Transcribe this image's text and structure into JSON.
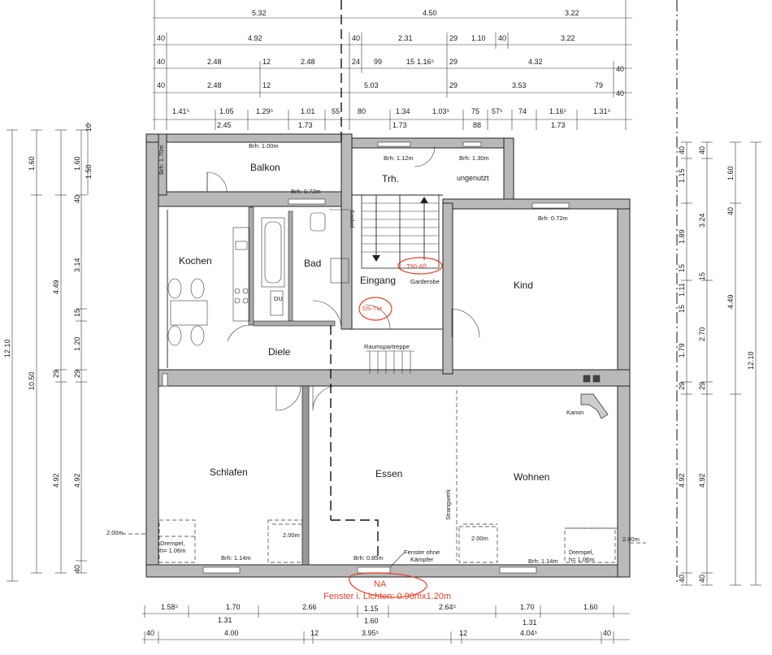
{
  "rooms": {
    "balkon": "Balkon",
    "treppenhaus": "Trh.",
    "ungenutzt": "ungenutzt",
    "kochen": "Kochen",
    "bad": "Bad",
    "sockel": "Sockel",
    "du": "DU",
    "eingang": "Eingang",
    "garderobe": "Garderobe",
    "kind": "Kind",
    "diele": "Diele",
    "raumspartreppe": "Raumspartreppe",
    "kamin": "Kamin",
    "schlafen": "Schlafen",
    "essen": "Essen",
    "strangwerk": "Strangwerk",
    "wohnen": "Wohnen"
  },
  "brh": {
    "balkon": "Brh: 1.00m",
    "balkon_side": "Brh: 1.70m",
    "kochen": "Brh: 0.72m",
    "trh": "Brh: 1.12m",
    "ungenutzt": "Brh: 1.30m",
    "kind": "Brh: 0.72m",
    "schlafen": "Brh: 1.14m",
    "essen": "Brh: 0.85m",
    "wohnen": "Brh: 1.14m"
  },
  "annotations": {
    "drempel_left": "Drempel, h= 1.06m",
    "drempel_right": "Drempel, h= 1.06m",
    "fenster_ohne": "Fenster ohne Kämpfer",
    "h200_left": "2.00m",
    "h200_schlafen": "2.00m",
    "h200_essen": "2.00m",
    "h200_right": "2.00m",
    "red_tuer1": "T90-Aß",
    "red_tuer2": "DS-Tür",
    "red_na": "NA",
    "red_fenster": "Fenster i. Lichten: 0.90mx1.20m"
  },
  "dims_top": {
    "r1": [
      "5.32",
      "4.50",
      "3.22"
    ],
    "r2": [
      "40",
      "4.92",
      "40",
      "2.31",
      "29",
      "1.10",
      "40",
      "3.22"
    ],
    "r3": [
      "40",
      "2.48",
      "12",
      "2.48",
      "24",
      "99",
      "15",
      "1.16⁵",
      "29",
      "4.32",
      "40"
    ],
    "r4": [
      "40",
      "2.48",
      "12",
      "5.03",
      "29",
      "3.53",
      "79",
      "40"
    ],
    "r5a": [
      "1.41⁵",
      "1.05",
      "1.29⁵",
      "1.01",
      "55",
      "80",
      "1.34",
      "1.03⁵",
      "75",
      "57⁵",
      "74",
      "1.16⁵",
      "1.31⁵"
    ],
    "r5b": [
      "2.45",
      "1.73",
      "1.73",
      "88",
      "1.73"
    ]
  },
  "dims_bottom": {
    "r1a": [
      "1.58⁵",
      "1.70",
      "2.66",
      "2.64⁵",
      "1.70",
      "1.60"
    ],
    "r1b": [
      "1.31",
      "1.15",
      "1.60",
      "1.31"
    ],
    "r2": [
      "40",
      "4.00",
      "12",
      "3.95⁵",
      "12",
      "4.04⁵",
      "40"
    ]
  },
  "dims_left": {
    "a": [
      "12.10"
    ],
    "b": [
      "10.50"
    ],
    "c": [
      "4.49",
      "29",
      "4.92"
    ],
    "d": [
      "1.60",
      "40",
      "3.14",
      "15",
      "1.20",
      "29",
      "4.92",
      "40"
    ],
    "e": [
      "1.50",
      "10"
    ]
  },
  "dims_right": {
    "a": [
      "40",
      "1.15",
      "1.89",
      "15",
      "1.11",
      "15",
      "1.79",
      "29",
      "4.92",
      "40"
    ],
    "b": [
      "40",
      "3.24",
      "15",
      "2.70",
      "29",
      "4.92",
      "40"
    ],
    "c": [
      "1.60",
      "40",
      "4.49",
      "12.10"
    ]
  }
}
